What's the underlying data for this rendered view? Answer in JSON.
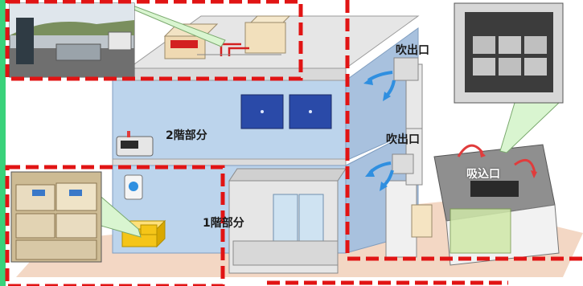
{
  "labels": {
    "outlet_upper": "吹出口",
    "outlet_lower": "吹出口",
    "inlet": "吸込口",
    "floor2": "2階部分",
    "floor1": "1階部分"
  },
  "colors": {
    "dashed_outline": "#e11414",
    "left_strip": "#39d27a",
    "wall_blue": "#bcd4ec",
    "floor_peach": "#f3d7c4",
    "airflow_arrow": "#2f8fe0",
    "red_arrow": "#e03c3c",
    "callout_fill": "#d9f5d0",
    "door_panel": "#2a4aa8",
    "cargo_box": "#f5c518"
  },
  "photos": [
    {
      "name": "outdoor-site-photo",
      "description_icon": "photo-outdoor-enclosure"
    },
    {
      "name": "unit-interior-photo",
      "description_icon": "photo-air-unit"
    },
    {
      "name": "stacked-boxes-photo",
      "description_icon": "photo-cargo-boxes"
    }
  ]
}
